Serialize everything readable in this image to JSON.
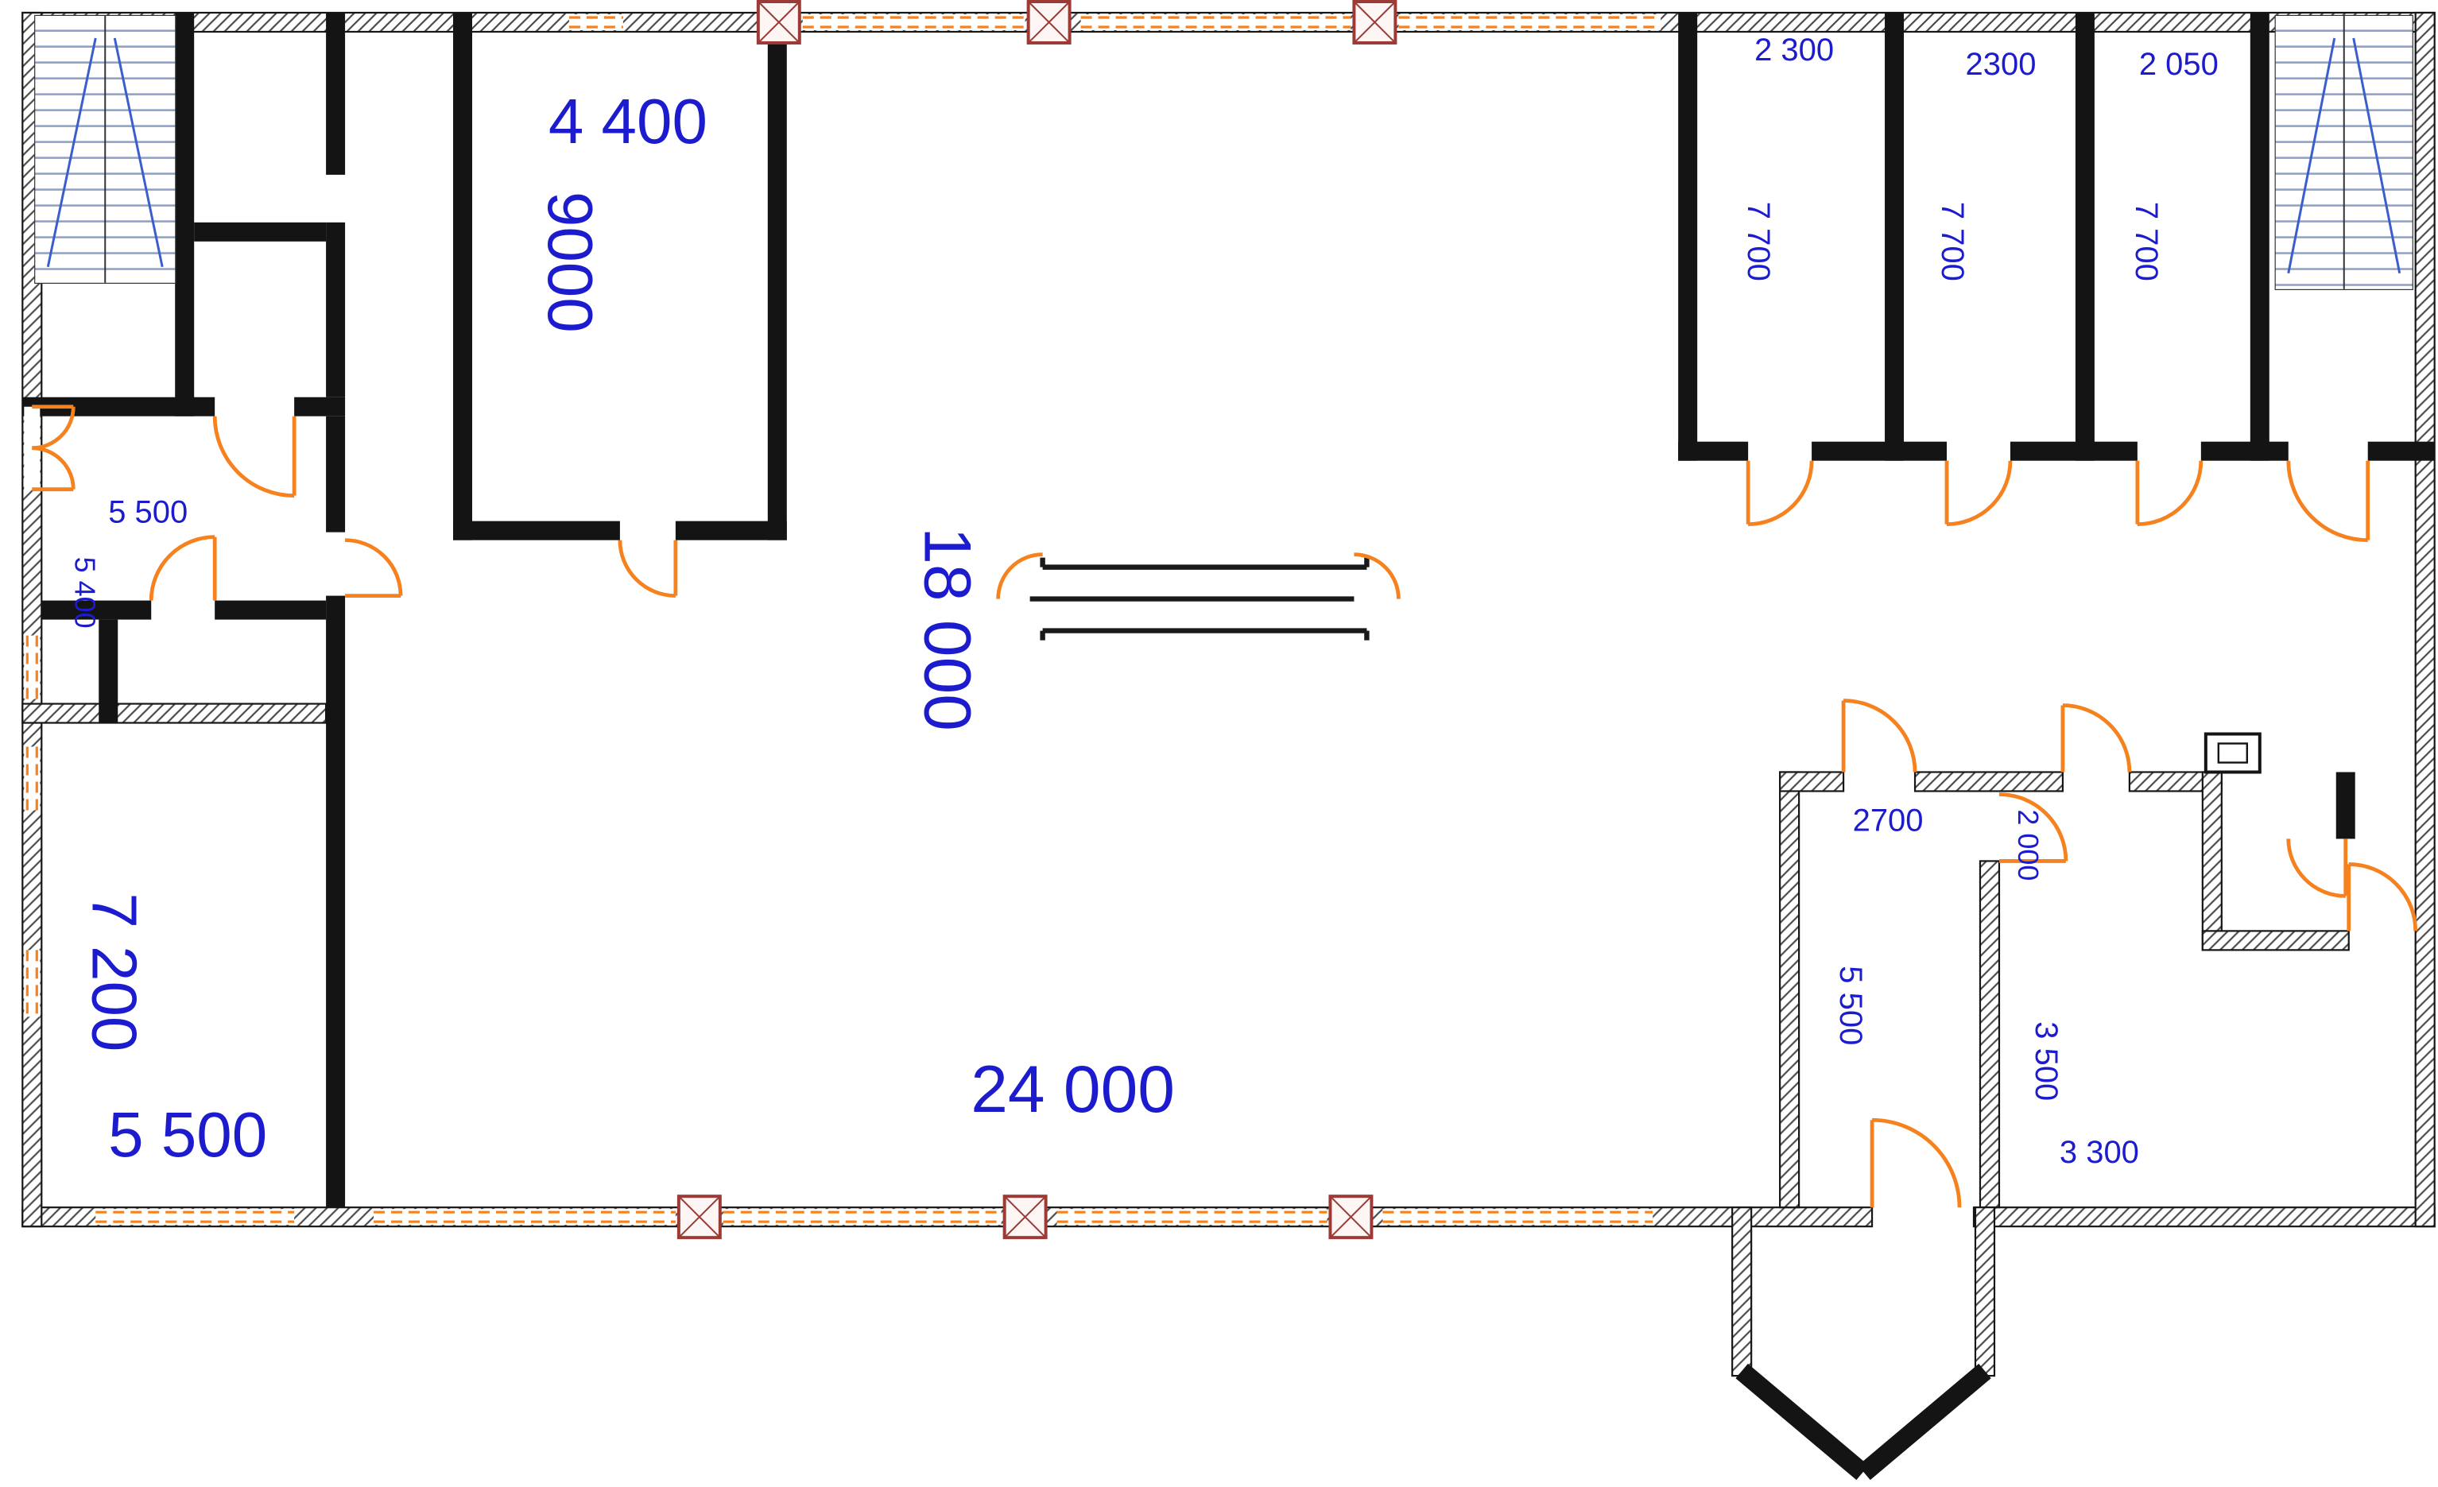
{
  "drawing": {
    "type": "architectural-floor-plan",
    "labels": {
      "room_top_left_width": "4 400",
      "room_top_left_depth": "9000",
      "left_upper_width": "5 500",
      "left_upper_depth": "5 400",
      "left_lower_depth": "7 200",
      "left_lower_width": "5 500",
      "hall_depth": "18 000",
      "hall_width": "24 000",
      "top_right_room1_width": "2 300",
      "top_right_room2_width": "2300",
      "top_right_room3_width": "2 050",
      "top_right_room1_depth": "7 700",
      "top_right_room2_depth": "7 700",
      "top_right_room3_depth": "7 700",
      "bottom_right_room1_width": "2700",
      "bottom_right_door_width": "2 000",
      "bottom_right_room1_depth": "5 500",
      "bottom_right_room2_depth": "3 500",
      "bottom_right_room2_width": "3 300"
    },
    "colors": {
      "dimension_text": "#1C1CCE",
      "walls": "#141414",
      "doors_windows": "#F5821F",
      "columns": "#9C3A36",
      "stair_treads": "#8FA3C8",
      "stair_arrows": "#3A5FCD"
    }
  }
}
